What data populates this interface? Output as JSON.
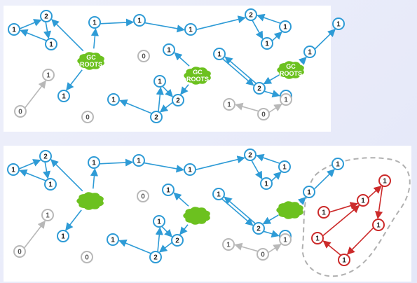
{
  "colors": {
    "background": "#e8eaf8",
    "panel": "#ffffff",
    "live_stroke": "#2e9bd6",
    "dead_stroke": "#b8b8b8",
    "garbage_stroke": "#cc2a2a",
    "cloud_fill": "#6cc11f",
    "cloud_text": "#ffffff",
    "dashed_region": "#b0b0b0"
  },
  "panels": [
    {
      "id": "before",
      "roots": [
        {
          "id": "r1",
          "label_line1": "GC",
          "label_line2": "ROOTS"
        },
        {
          "id": "r2",
          "label_line1": "GC",
          "label_line2": "ROOTS"
        },
        {
          "id": "r3",
          "label_line1": "GC",
          "label_line2": "ROOTS"
        }
      ],
      "nodes": [
        {
          "id": "a1",
          "label": "1",
          "state": "live"
        },
        {
          "id": "a2",
          "label": "2",
          "state": "live"
        },
        {
          "id": "a3",
          "label": "1",
          "state": "live"
        },
        {
          "id": "a4",
          "label": "1",
          "state": "live"
        },
        {
          "id": "a5",
          "label": "1",
          "state": "live"
        },
        {
          "id": "a6",
          "label": "1",
          "state": "live"
        },
        {
          "id": "a7",
          "label": "1",
          "state": "live"
        },
        {
          "id": "a8",
          "label": "2",
          "state": "live"
        },
        {
          "id": "a9",
          "label": "1",
          "state": "live"
        },
        {
          "id": "a10",
          "label": "1",
          "state": "live"
        },
        {
          "id": "a11",
          "label": "1",
          "state": "live"
        },
        {
          "id": "a12",
          "label": "1",
          "state": "live"
        },
        {
          "id": "a13",
          "label": "1",
          "state": "live"
        },
        {
          "id": "a14",
          "label": "1",
          "state": "live"
        },
        {
          "id": "a15",
          "label": "2",
          "state": "live"
        },
        {
          "id": "a16",
          "label": "1",
          "state": "live"
        },
        {
          "id": "a17",
          "label": "2",
          "state": "live"
        },
        {
          "id": "a18",
          "label": "1",
          "state": "live"
        },
        {
          "id": "a19",
          "label": "2",
          "state": "live"
        },
        {
          "id": "a20",
          "label": "1",
          "state": "live"
        },
        {
          "id": "a21",
          "label": "0",
          "state": "dead"
        },
        {
          "id": "a22",
          "label": "1",
          "state": "dead"
        },
        {
          "id": "a23",
          "label": "0",
          "state": "dead"
        },
        {
          "id": "a24",
          "label": "0",
          "state": "dead"
        },
        {
          "id": "a25",
          "label": "1",
          "state": "dead"
        },
        {
          "id": "a26",
          "label": "0",
          "state": "dead"
        },
        {
          "id": "a27",
          "label": "1",
          "state": "dead"
        }
      ]
    },
    {
      "id": "after",
      "roots": [
        {
          "id": "r1",
          "label_line1": "",
          "label_line2": ""
        },
        {
          "id": "r2",
          "label_line1": "",
          "label_line2": ""
        },
        {
          "id": "r3",
          "label_line1": "",
          "label_line2": ""
        }
      ],
      "nodes": [
        {
          "id": "a1",
          "label": "1",
          "state": "live"
        },
        {
          "id": "a2",
          "label": "2",
          "state": "live"
        },
        {
          "id": "a3",
          "label": "1",
          "state": "live"
        },
        {
          "id": "a4",
          "label": "1",
          "state": "live"
        },
        {
          "id": "a5",
          "label": "1",
          "state": "live"
        },
        {
          "id": "a6",
          "label": "1",
          "state": "live"
        },
        {
          "id": "a7",
          "label": "1",
          "state": "live"
        },
        {
          "id": "a8",
          "label": "2",
          "state": "live"
        },
        {
          "id": "a9",
          "label": "1",
          "state": "live"
        },
        {
          "id": "a10",
          "label": "1",
          "state": "live"
        },
        {
          "id": "a11",
          "label": "1",
          "state": "live"
        },
        {
          "id": "a12",
          "label": "1",
          "state": "live"
        },
        {
          "id": "a13",
          "label": "1",
          "state": "live"
        },
        {
          "id": "a14",
          "label": "1",
          "state": "live"
        },
        {
          "id": "a15",
          "label": "2",
          "state": "live"
        },
        {
          "id": "a16",
          "label": "1",
          "state": "live"
        },
        {
          "id": "a17",
          "label": "2",
          "state": "live"
        },
        {
          "id": "a18",
          "label": "1",
          "state": "live"
        },
        {
          "id": "a19",
          "label": "2",
          "state": "live"
        },
        {
          "id": "a20",
          "label": "1",
          "state": "live"
        },
        {
          "id": "a21",
          "label": "0",
          "state": "dead"
        },
        {
          "id": "a22",
          "label": "1",
          "state": "dead"
        },
        {
          "id": "a23",
          "label": "0",
          "state": "dead"
        },
        {
          "id": "a24",
          "label": "0",
          "state": "dead"
        },
        {
          "id": "a25",
          "label": "1",
          "state": "dead"
        },
        {
          "id": "a26",
          "label": "0",
          "state": "dead"
        },
        {
          "id": "a27",
          "label": "1",
          "state": "dead"
        },
        {
          "id": "c1",
          "label": "1",
          "state": "garbage"
        },
        {
          "id": "c2",
          "label": "1",
          "state": "garbage"
        },
        {
          "id": "c3",
          "label": "1",
          "state": "garbage"
        },
        {
          "id": "c4",
          "label": "1",
          "state": "garbage"
        },
        {
          "id": "c5",
          "label": "1",
          "state": "garbage"
        },
        {
          "id": "c6",
          "label": "1",
          "state": "garbage"
        }
      ]
    }
  ]
}
